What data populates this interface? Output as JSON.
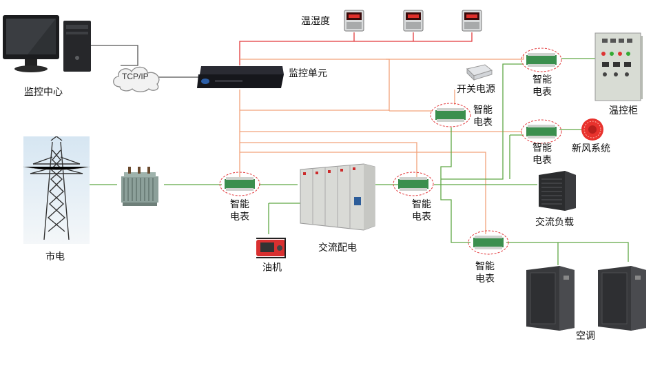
{
  "colors": {
    "red_line": "#e2383b",
    "orange_line": "#f2a27a",
    "green_line": "#5fa845",
    "meter_green": "#3b8f4e",
    "cabinet_gray": "#d8dcd4"
  },
  "labels": {
    "monitor_center": "监控中心",
    "tcp_ip": "TCP/IP",
    "monitor_unit": "监控单元",
    "temp_humidity": "温湿度",
    "switch_power": "开关电源",
    "temp_cabinet": "温控柜",
    "fresh_air": "新风系统",
    "city_power": "市电",
    "ac_distribution": "交流配电",
    "generator": "油机",
    "ac_load": "交流负载",
    "air_conditioner": "空调",
    "meter_line1": "智能",
    "meter_line2": "电表"
  },
  "icons": {
    "computer": "desktop-computer-icon",
    "cloud": "cloud-icon",
    "monitor_unit": "rack-device-icon",
    "sensor": "temp-humidity-sensor-icon",
    "meter": "smart-meter-icon",
    "power_supply": "switch-power-supply-icon",
    "cabinet": "control-cabinet-icon",
    "fan": "fan-icon",
    "tower": "power-tower-icon",
    "transformer": "transformer-icon",
    "distribution": "distribution-cabinet-icon",
    "generator": "generator-icon",
    "ac_load": "ac-load-unit-icon",
    "air_conditioner": "air-conditioner-icon"
  }
}
